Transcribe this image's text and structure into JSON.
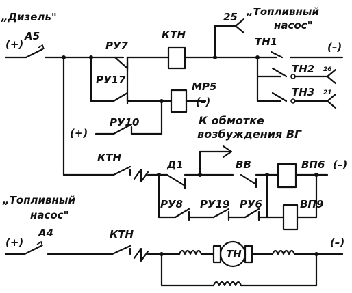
{
  "labels": {
    "diesel": "„Дизель\"",
    "a5": "А5",
    "plus_top": "(+)",
    "ru7": "РУ7",
    "ktn_top": "КТН",
    "n25": "25",
    "fuel_pump_top_1": "„Топливный",
    "fuel_pump_top_2": "насос\"",
    "tn1": "ТН1",
    "minus_top": "(–)",
    "tn2": "ТН2",
    "tn2_sub": "26",
    "tn3": "ТН3",
    "tn3_sub": "21",
    "ru17": "РУ17",
    "mr5": "МР5",
    "minus_mr5": "(–)",
    "ru10": "РУ10",
    "plus_mid": "(+)",
    "ktn_mid": "КТН",
    "to_winding_1": "К обмотке",
    "to_winding_2": "возбуждения ВГ",
    "d1": "Д1",
    "vv": "ВВ",
    "vp6": "ВП6",
    "minus_vp6": "(–)",
    "ru8": "РУ8",
    "ru19": "РУ19",
    "ru6": "РУ6",
    "vp9": "ВП9",
    "fuel_pump_bot_1": "„Топливный",
    "fuel_pump_bot_2": "насос\"",
    "plus_bot": "(+)",
    "a4": "А4",
    "ktn_bot": "КТН",
    "tn_motor": "ТН",
    "minus_bot": "(–)"
  }
}
